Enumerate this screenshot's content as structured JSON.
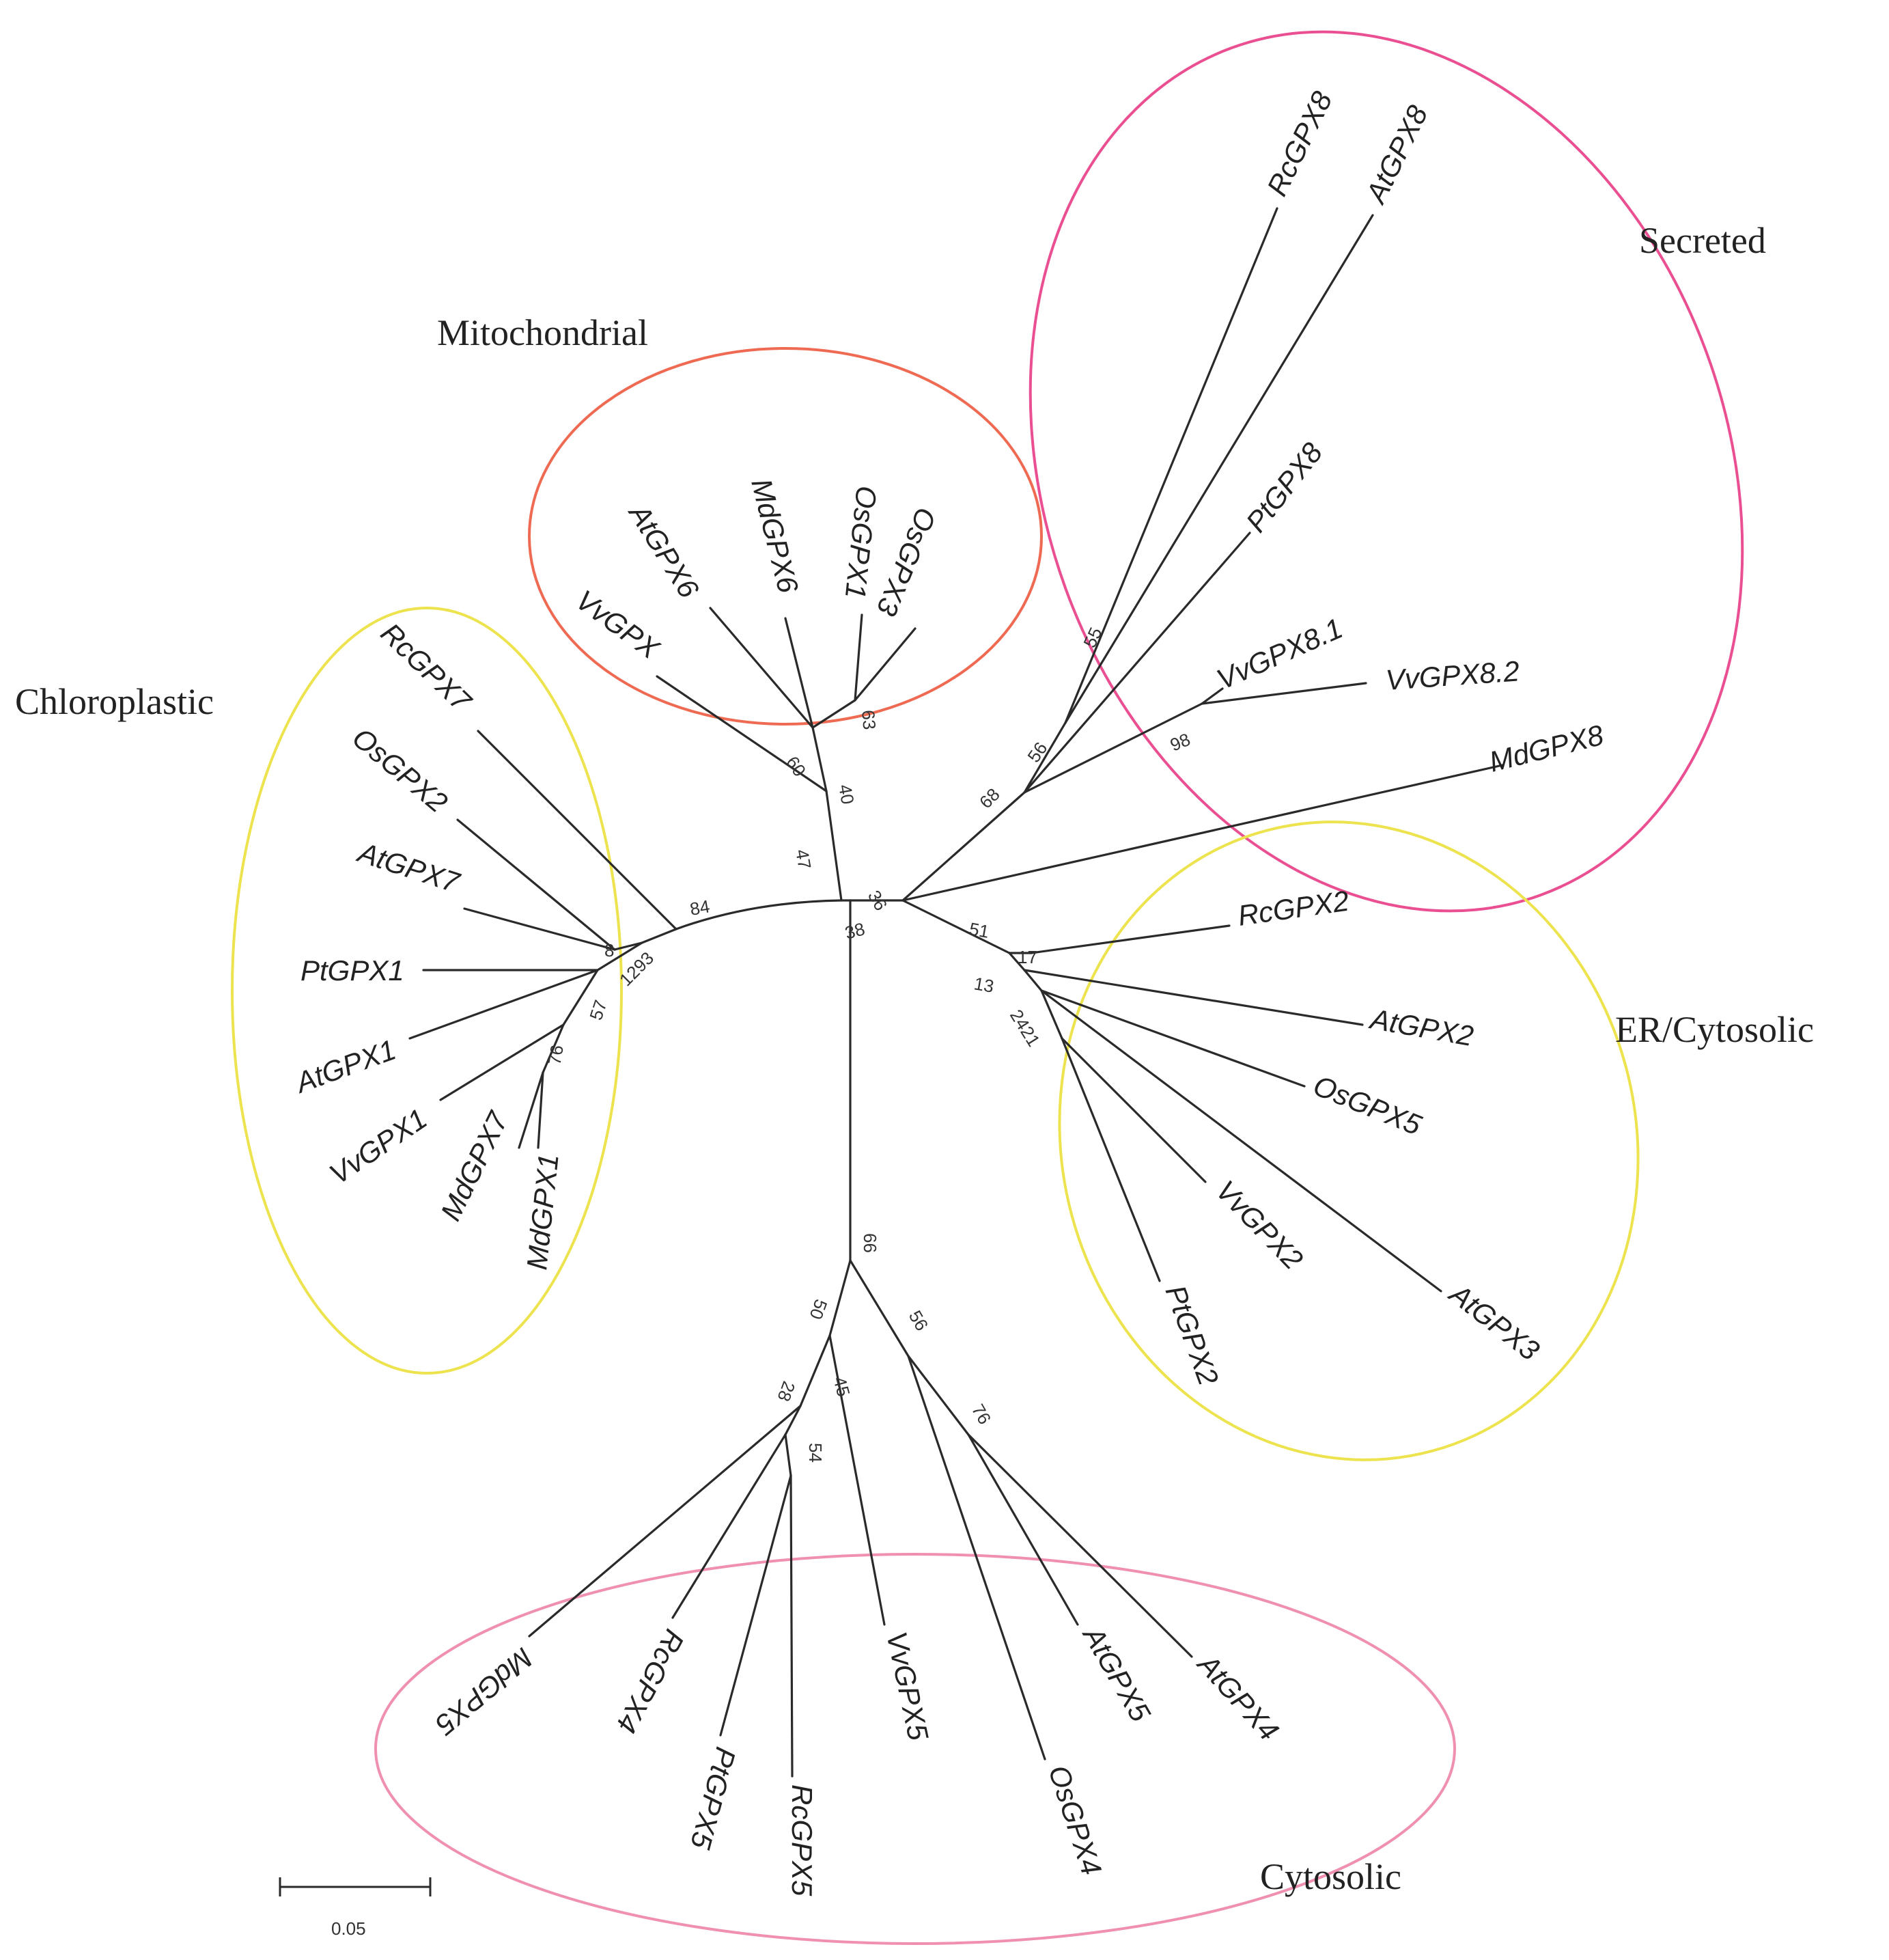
{
  "groups": [
    {
      "id": "mitochondrial",
      "label": "Mitochondrial",
      "color": "#ef6a52"
    },
    {
      "id": "secreted",
      "label": "Secreted",
      "color": "#ea4f92"
    },
    {
      "id": "chloroplastic",
      "label": "Chloroplastic",
      "color": "#ece34e"
    },
    {
      "id": "er_cytosolic",
      "label": "ER/Cytosolic",
      "color": "#ece34e"
    },
    {
      "id": "cytosolic",
      "label": "Cytosolic",
      "color": "#f090b0"
    }
  ],
  "leaves": [
    {
      "id": "RcGPX8",
      "label": "RcGPX8"
    },
    {
      "id": "AtGPX8",
      "label": "AtGPX8"
    },
    {
      "id": "PtGPX8",
      "label": "PtGPX8"
    },
    {
      "id": "VvGPX8_1",
      "label": "VvGPX8.1"
    },
    {
      "id": "VvGPX8_2",
      "label": "VvGPX8.2"
    },
    {
      "id": "MdGPX8",
      "label": "MdGPX8"
    },
    {
      "id": "AtGPX6",
      "label": "AtGPX6"
    },
    {
      "id": "MdGPX6",
      "label": "MdGPX6"
    },
    {
      "id": "OsGPX1",
      "label": "OsGPX1"
    },
    {
      "id": "OsGPX3",
      "label": "OsGPX3"
    },
    {
      "id": "VvGPX",
      "label": "VvGPX"
    },
    {
      "id": "RcGPX7",
      "label": "RcGPX7"
    },
    {
      "id": "OsGPX2",
      "label": "OsGPX2"
    },
    {
      "id": "AtGPX7",
      "label": "AtGPX7"
    },
    {
      "id": "PtGPX1",
      "label": "PtGPX1"
    },
    {
      "id": "AtGPX1",
      "label": "AtGPX1"
    },
    {
      "id": "VvGPX1",
      "label": "VvGPX1"
    },
    {
      "id": "MdGPX7",
      "label": "MdGPX7"
    },
    {
      "id": "MdGPX1",
      "label": "MdGPX1"
    },
    {
      "id": "RcGPX2",
      "label": "RcGPX2"
    },
    {
      "id": "AtGPX2",
      "label": "AtGPX2"
    },
    {
      "id": "OsGPX5",
      "label": "OsGPX5"
    },
    {
      "id": "VvGPX2",
      "label": "VvGPX2"
    },
    {
      "id": "PtGPX2",
      "label": "PtGPX2"
    },
    {
      "id": "AtGPX3",
      "label": "AtGPX3"
    },
    {
      "id": "MdGPX5",
      "label": "MdGPX5"
    },
    {
      "id": "RcGPX4",
      "label": "RcGPX4"
    },
    {
      "id": "PtGPX5",
      "label": "PtGPX5"
    },
    {
      "id": "RcGPX5",
      "label": "RcGPX5"
    },
    {
      "id": "VvGPX5",
      "label": "VvGPX5"
    },
    {
      "id": "OsGPX4",
      "label": "OsGPX4"
    },
    {
      "id": "AtGPX5",
      "label": "AtGPX5"
    },
    {
      "id": "AtGPX4",
      "label": "AtGPX4"
    }
  ],
  "bootstrap": [
    {
      "id": "b55",
      "value": "55"
    },
    {
      "id": "b56a",
      "value": "56"
    },
    {
      "id": "b68",
      "value": "68"
    },
    {
      "id": "b98",
      "value": "98"
    },
    {
      "id": "b36",
      "value": "36"
    },
    {
      "id": "b63",
      "value": "63"
    },
    {
      "id": "b60",
      "value": "60"
    },
    {
      "id": "b40",
      "value": "40"
    },
    {
      "id": "b47",
      "value": "47"
    },
    {
      "id": "b84",
      "value": "84"
    },
    {
      "id": "b8",
      "value": "8"
    },
    {
      "id": "b12",
      "value": "1293"
    },
    {
      "id": "b57",
      "value": "57"
    },
    {
      "id": "b76a",
      "value": "76"
    },
    {
      "id": "b38",
      "value": "38"
    },
    {
      "id": "b51",
      "value": "51"
    },
    {
      "id": "b17",
      "value": "17"
    },
    {
      "id": "b13",
      "value": "13"
    },
    {
      "id": "b2421",
      "value": "2421"
    },
    {
      "id": "b66",
      "value": "66"
    },
    {
      "id": "b50",
      "value": "50"
    },
    {
      "id": "b56b",
      "value": "56"
    },
    {
      "id": "b28",
      "value": "28"
    },
    {
      "id": "b45",
      "value": "45"
    },
    {
      "id": "b54",
      "value": "54"
    },
    {
      "id": "b76b",
      "value": "76"
    }
  ],
  "scale_bar": {
    "label": "0.05"
  }
}
